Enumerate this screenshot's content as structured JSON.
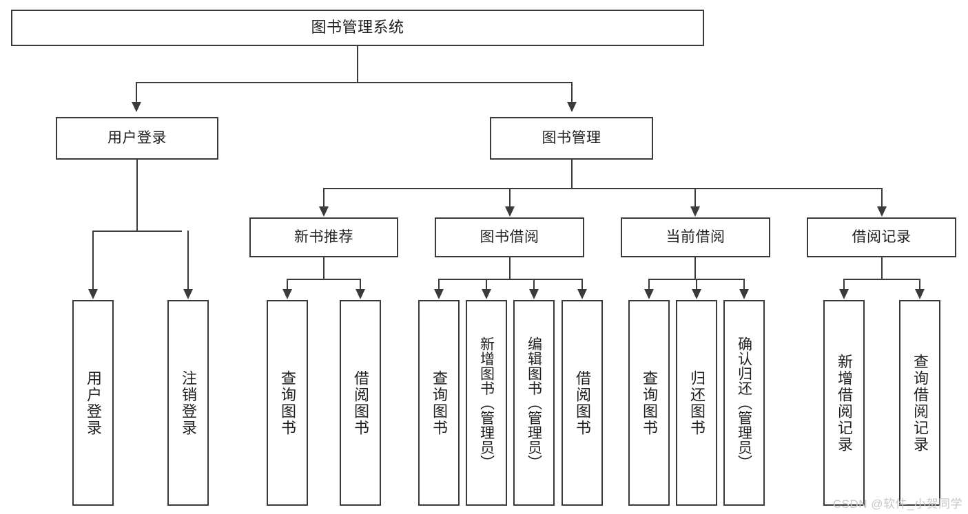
{
  "diagram": {
    "type": "tree-hierarchy",
    "title": "图书管理系统",
    "root": {
      "label": "图书管理系统"
    },
    "level2": [
      {
        "id": "user-login",
        "label": "用户登录"
      },
      {
        "id": "book-management",
        "label": "图书管理"
      }
    ],
    "level3": [
      {
        "id": "new-book-recommend",
        "label": "新书推荐",
        "parent": "book-management"
      },
      {
        "id": "book-borrow",
        "label": "图书借阅",
        "parent": "book-management"
      },
      {
        "id": "current-borrow",
        "label": "当前借阅",
        "parent": "book-management"
      },
      {
        "id": "borrow-record",
        "label": "借阅记录",
        "parent": "book-management"
      }
    ],
    "leaves": {
      "user-login": [
        {
          "id": "leaf-user-login",
          "label": "用户登录"
        },
        {
          "id": "leaf-user-logout",
          "label": "注销登录"
        }
      ],
      "new-book-recommend": [
        {
          "id": "leaf-query-book-1",
          "label": "查询图书"
        },
        {
          "id": "leaf-borrow-book-1",
          "label": "借阅图书"
        }
      ],
      "book-borrow": [
        {
          "id": "leaf-query-book-2",
          "label": "查询图书"
        },
        {
          "id": "leaf-add-book",
          "label": "新增图书（管理员）"
        },
        {
          "id": "leaf-edit-book",
          "label": "编辑图书（管理员）"
        },
        {
          "id": "leaf-borrow-book-2",
          "label": "借阅图书"
        }
      ],
      "current-borrow": [
        {
          "id": "leaf-query-book-3",
          "label": "查询图书"
        },
        {
          "id": "leaf-return-book",
          "label": "归还图书"
        },
        {
          "id": "leaf-confirm-return",
          "label": "确认归还（管理员）"
        }
      ],
      "borrow-record": [
        {
          "id": "leaf-add-record",
          "label": "新增借阅记录"
        },
        {
          "id": "leaf-query-record",
          "label": "查询借阅记录"
        }
      ]
    }
  },
  "watermark": {
    "text": "CSDN @软件_小贺同学"
  },
  "colors": {
    "stroke": "#3a3a3a",
    "text": "#1f1f1f",
    "background": "#ffffff",
    "watermark": "#c7c7c7"
  }
}
